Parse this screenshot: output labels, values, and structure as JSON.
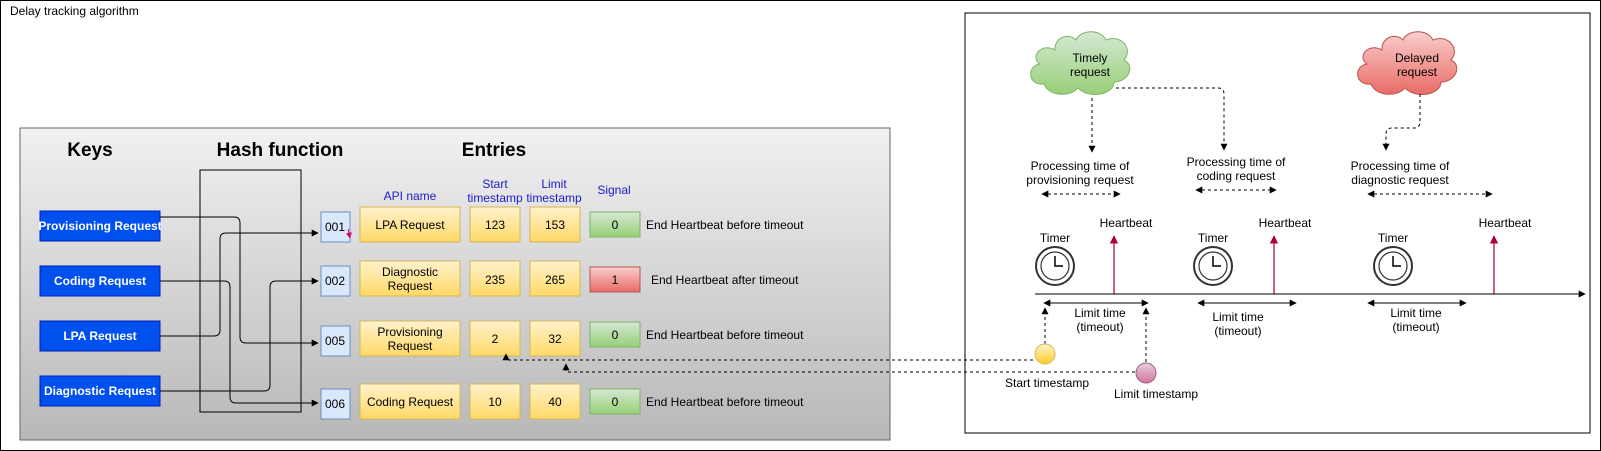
{
  "title": "Delay tracking algorithm",
  "left": {
    "keys_heading": "Keys",
    "hash_heading": "Hash function",
    "entries_heading": "Entries",
    "col_api": "API name",
    "col_start": [
      "Start",
      "timestamp"
    ],
    "col_limit": [
      "Limit",
      "timestamp"
    ],
    "col_signal": "Signal",
    "keys": [
      "Provisioning Request",
      "Coding Request",
      "LPA Request",
      "Diagnostic Request"
    ],
    "rows": [
      {
        "index": "001",
        "api": [
          "LPA Request"
        ],
        "start": "123",
        "limit": "153",
        "signal": "0",
        "signal_color": "#8fd07a",
        "note": "End Heartbeat before timeout"
      },
      {
        "index": "002",
        "api": [
          "Diagnostic",
          "Request"
        ],
        "start": "235",
        "limit": "265",
        "signal": "1",
        "signal_color": "#e57373",
        "note": "End Heartbeat after timeout"
      },
      {
        "index": "005",
        "api": [
          "Provisioning",
          "Request"
        ],
        "start": "2",
        "limit": "32",
        "signal": "0",
        "signal_color": "#8fd07a",
        "note": "End Heartbeat before timeout"
      },
      {
        "index": "006",
        "api": [
          "Coding Request"
        ],
        "start": "10",
        "limit": "40",
        "signal": "0",
        "signal_color": "#8fd07a",
        "note": "End Heartbeat before timeout"
      }
    ]
  },
  "right": {
    "cloud_timely": [
      "Timely",
      "request"
    ],
    "cloud_delayed": [
      "Delayed",
      "request"
    ],
    "processing": [
      [
        "Processing time of",
        "provisioning request"
      ],
      [
        "Processing time of",
        "coding request"
      ],
      [
        "Processing time of",
        "diagnostic request"
      ]
    ],
    "timer_label": "Timer",
    "heartbeat_label": "Heartbeat",
    "limit_label": [
      "Limit time",
      "(timeout)"
    ],
    "start_ts_label": "Start timestamp",
    "limit_ts_label": "Limit timestamp"
  },
  "colors": {
    "key_blue": "#0050ef",
    "hash_index_fill": "#dae8fc",
    "entry_yellow": "#ffe599",
    "green_cloud": "#8fd07a",
    "red_cloud": "#e57373",
    "heartbeat_red": "#a50040",
    "column_header_blue": "#1a1acc"
  }
}
